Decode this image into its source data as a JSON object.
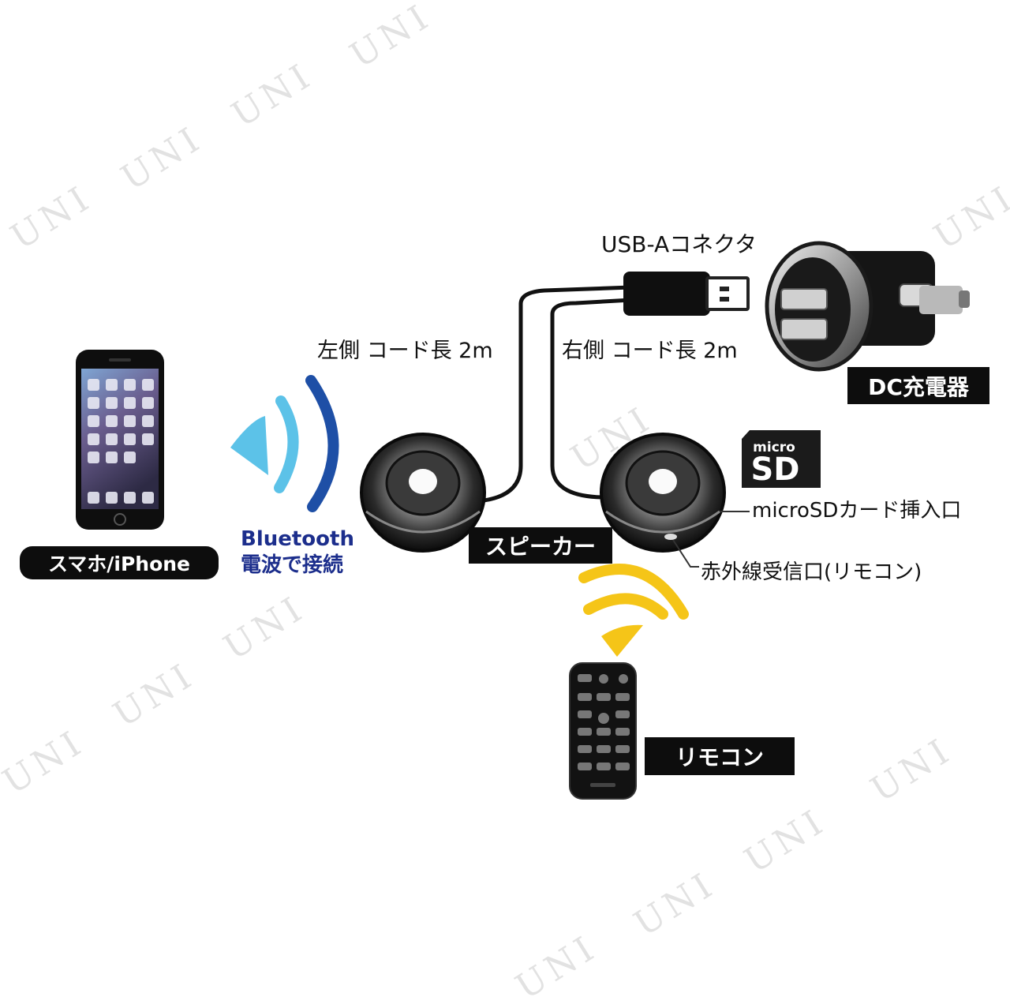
{
  "watermark": "UNI",
  "labels": {
    "usb_connector": "USB-Aコネクタ",
    "left_cord": "左側 コード長 2m",
    "right_cord": "右側 コード長 2m",
    "dc_charger": "DC充電器",
    "micro": "micro",
    "sd": "SD",
    "microsd_slot": "microSDカード挿入口",
    "speaker": "スピーカー",
    "ir_receiver": "赤外線受信口(リモコン)",
    "phone": "スマホ/iPhone",
    "bluetooth_line1": "Bluetooth",
    "bluetooth_line2": "電波で接続",
    "remote": "リモコン"
  },
  "colors": {
    "bluetooth_wave_dark": "#1e4fa6",
    "bluetooth_wave_light": "#5cc2e8",
    "ir_wave": "#f5c518",
    "label_box": "#0d0d0d",
    "bluetooth_text": "#1c2e8c"
  }
}
